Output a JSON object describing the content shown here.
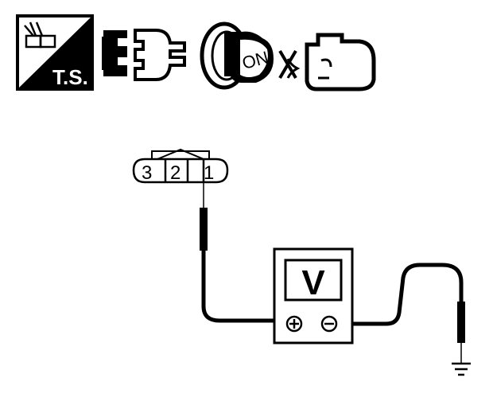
{
  "toolbar": {
    "icons": [
      {
        "name": "terminal-test-icon",
        "text": "T.S."
      },
      {
        "name": "connector-disconnect-icon"
      },
      {
        "name": "ignition-on-icon",
        "text": "ON"
      },
      {
        "name": "engine-off-icon"
      }
    ]
  },
  "diagram": {
    "connector": {
      "pins": [
        "3",
        "2",
        "1"
      ]
    },
    "meter": {
      "symbol": "V",
      "positive": "⊕",
      "negative": "⊖"
    }
  },
  "colors": {
    "ink": "#000000",
    "paper": "#ffffff"
  }
}
